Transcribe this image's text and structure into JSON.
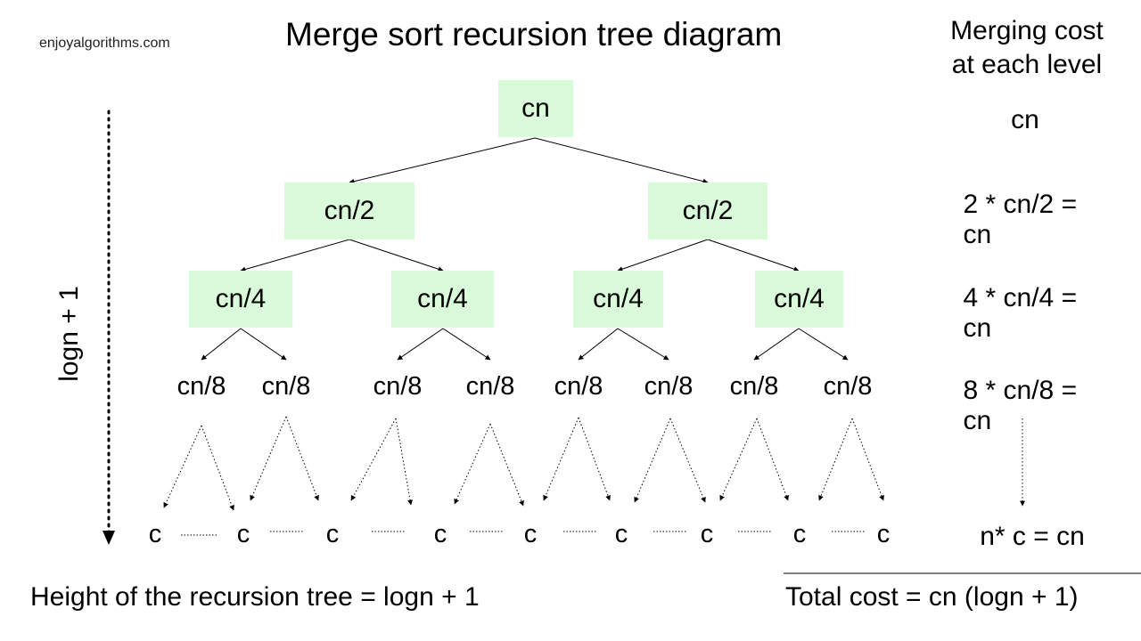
{
  "brand": "enjoyalgorithms.com",
  "title": "Merge sort recursion tree diagram",
  "right_header": {
    "line1": "Merging cost",
    "line2": "at each level"
  },
  "tree": {
    "root": "cn",
    "level1": [
      "cn/2",
      "cn/2"
    ],
    "level2": [
      "cn/4",
      "cn/4",
      "cn/4",
      "cn/4"
    ],
    "level3": [
      "cn/8",
      "cn/8",
      "cn/8",
      "cn/8",
      "cn/8",
      "cn/8",
      "cn/8",
      "cn/8"
    ],
    "leaves": [
      "c",
      "c",
      "c",
      "c",
      "c",
      "c",
      "c",
      "c",
      "c"
    ]
  },
  "level_costs": [
    "cn",
    "2 * cn/2 = cn",
    "4 * cn/4 = cn",
    "8 * cn/8 = cn",
    "n* c = cn"
  ],
  "height_axis_label": "logn + 1",
  "footer": {
    "left": "Height of the recursion tree = logn + 1",
    "right": "Total cost = cn (logn + 1)"
  },
  "colors": {
    "node_fill": "#d9fbd9",
    "line": "#000000"
  }
}
